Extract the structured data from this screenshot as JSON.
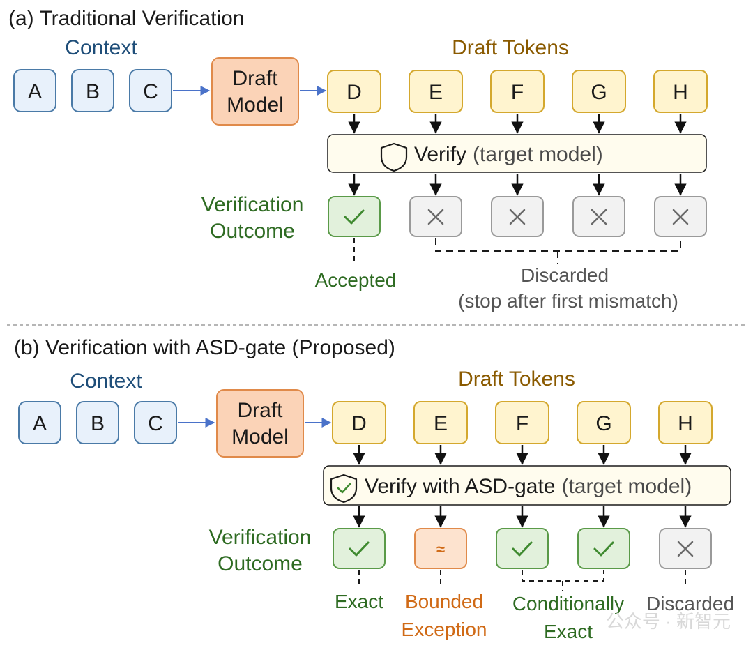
{
  "colors": {
    "context_fill": "#e8f1fb",
    "context_stroke": "#4a7aa7",
    "model_fill": "#fbd3b7",
    "model_stroke": "#e08a4a",
    "draft_fill": "#fff4cf",
    "draft_stroke": "#d4a82e",
    "verify_fill": "#fffcee",
    "verify_stroke": "#1a1a1a",
    "accept_fill": "#e2f1dc",
    "accept_stroke": "#5a9a48",
    "reject_fill": "#f2f2f2",
    "reject_stroke": "#9a9a9a",
    "approx_fill": "#fde3cf",
    "approx_stroke": "#e08a4a",
    "arrow_blue": "#4a72c9"
  },
  "panel_a": {
    "title": "(a) Traditional Verification",
    "context_label": "Context",
    "context_tokens": [
      "A",
      "B",
      "C"
    ],
    "model_lines": [
      "Draft",
      "Model"
    ],
    "draft_label": "Draft Tokens",
    "draft_tokens": [
      "D",
      "E",
      "F",
      "G",
      "H"
    ],
    "verify_strong": "Verify",
    "verify_muted": "(target model)",
    "outcome_title": [
      "Verification",
      "Outcome"
    ],
    "outcomes": [
      {
        "symbol": "check",
        "icon": "check-icon"
      },
      {
        "symbol": "cross",
        "icon": "cross-icon"
      },
      {
        "symbol": "cross",
        "icon": "cross-icon"
      },
      {
        "symbol": "cross",
        "icon": "cross-icon"
      },
      {
        "symbol": "cross",
        "icon": "cross-icon"
      }
    ],
    "accepted_label": "Accepted",
    "discarded_lines": [
      "Discarded",
      "(stop after first mismatch)"
    ],
    "verify_icon": "shield-icon"
  },
  "panel_b": {
    "title": "(b) Verification with ASD-gate (Proposed)",
    "context_label": "Context",
    "context_tokens": [
      "A",
      "B",
      "C"
    ],
    "model_lines": [
      "Draft",
      "Model"
    ],
    "draft_label": "Draft Tokens",
    "draft_tokens": [
      "D",
      "E",
      "F",
      "G",
      "H"
    ],
    "verify_strong": "Verify with ASD-gate",
    "verify_muted": "(target model)",
    "outcome_title": [
      "Verification",
      "Outcome"
    ],
    "outcomes": [
      {
        "symbol": "check",
        "icon": "check-icon"
      },
      {
        "symbol": "≈",
        "icon": "approx-icon"
      },
      {
        "symbol": "check",
        "icon": "check-icon"
      },
      {
        "symbol": "check",
        "icon": "check-icon"
      },
      {
        "symbol": "cross",
        "icon": "cross-icon"
      }
    ],
    "labels": {
      "exact": "Exact",
      "bounded": [
        "Bounded",
        "Exception"
      ],
      "conditional": [
        "Conditionally",
        "Exact"
      ],
      "discarded": "Discarded"
    },
    "verify_icon": "shield-check-icon"
  },
  "watermark": "公众号 · 新智元"
}
